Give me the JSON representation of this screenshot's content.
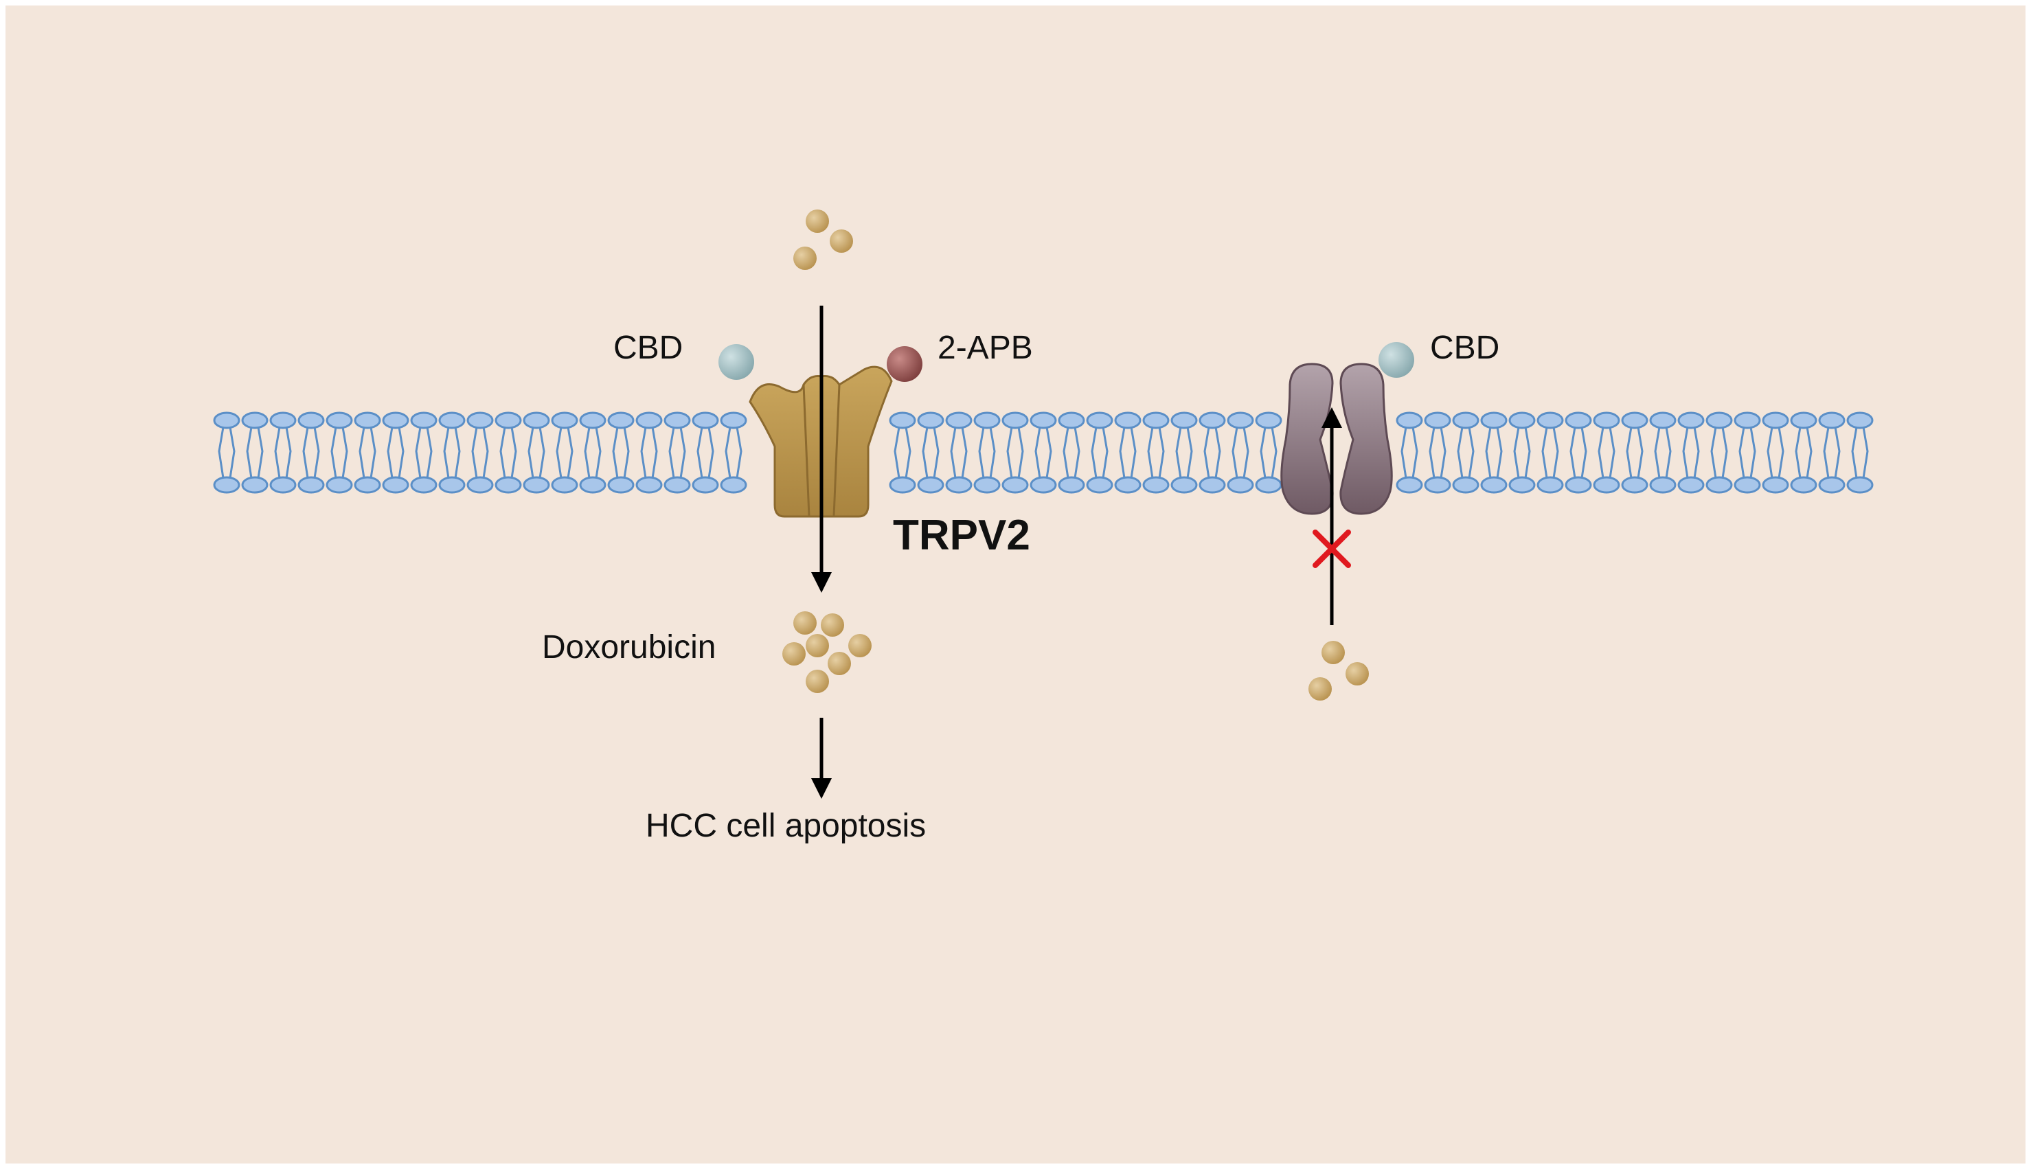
{
  "colors": {
    "background": "#f3e6db",
    "membrane": "#5b8fc7",
    "membrane_head_fill": "#a8c6ea",
    "channel_open": "#b8934c",
    "channel_closed": "#8b747d",
    "cbd_ball": "#9fbcc1",
    "apb_ball": "#9a5a58",
    "drug_ball": "#c9a66b",
    "block_mark": "#e0191f",
    "arrow": "#000000"
  },
  "labels": {
    "cbd_left": "CBD",
    "apb": "2-APB",
    "cbd_right": "CBD",
    "channel": "TRPV2",
    "drug": "Doxorubicin",
    "outcome": "HCC cell apoptosis"
  },
  "icons": {
    "open_channel": "ion-channel-open-icon",
    "closed_channel": "ion-channel-closed-icon",
    "block": "x-mark-icon"
  }
}
